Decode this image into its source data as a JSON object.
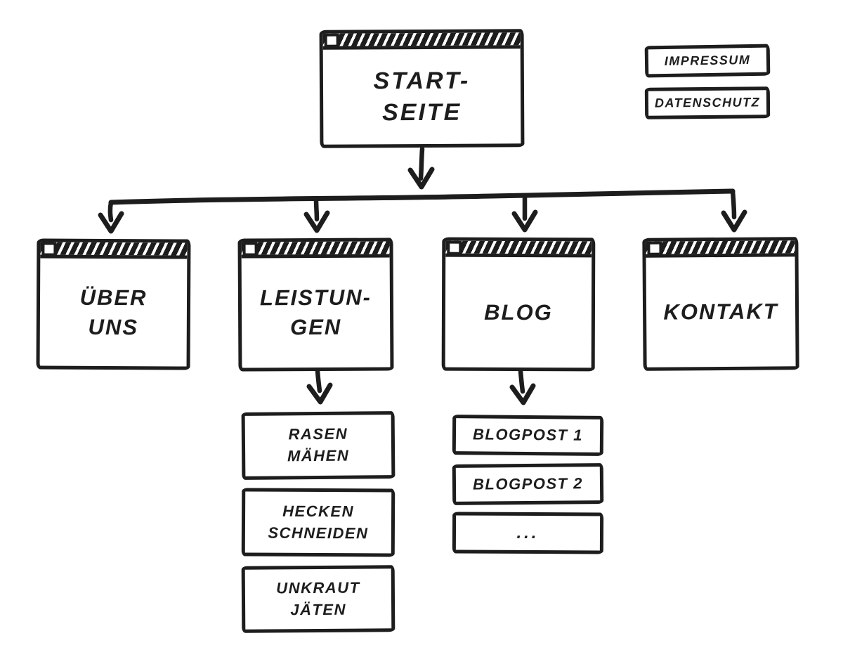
{
  "diagram": {
    "colors": {
      "ink": "#1d1d1d",
      "background": "#ffffff"
    },
    "root": {
      "lines": [
        "START-",
        "SEITE"
      ]
    },
    "legal": [
      {
        "label": "IMPRESSUM"
      },
      {
        "label": "DATENSCHUTZ"
      }
    ],
    "pages": [
      {
        "lines": [
          "ÜBER",
          "UNS"
        ]
      },
      {
        "lines": [
          "LEISTUN-",
          "GEN"
        ]
      },
      {
        "lines": [
          "BLOG"
        ]
      },
      {
        "lines": [
          "KONTAKT"
        ]
      }
    ],
    "services": [
      {
        "lines": [
          "RASEN",
          "MÄHEN"
        ]
      },
      {
        "lines": [
          "HECKEN",
          "SCHNEIDEN"
        ]
      },
      {
        "lines": [
          "UNKRAUT",
          "JÄTEN"
        ]
      }
    ],
    "blogposts": [
      {
        "label": "BLOGPOST 1"
      },
      {
        "label": "BLOGPOST 2"
      },
      {
        "label": "..."
      }
    ]
  }
}
